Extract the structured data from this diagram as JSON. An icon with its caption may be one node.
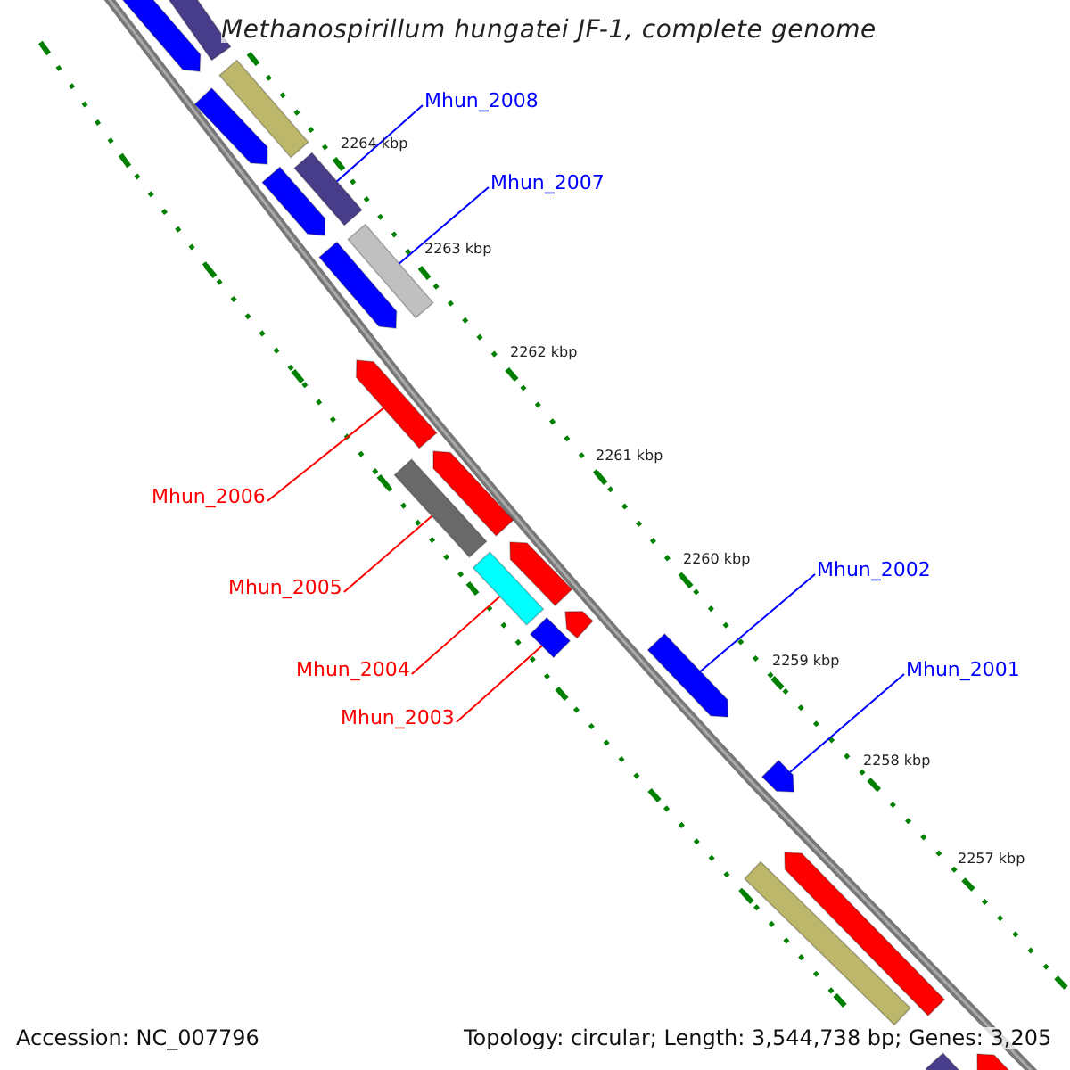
{
  "diagram": {
    "title": "Methanospirillum hungatei JF-1, complete genome",
    "nodes": [
      {
        "text": [
          "Mhun_2008"
        ]
      },
      {
        "text": [
          "Mhun_2007"
        ]
      },
      {
        "text": [
          "Mhun_2006"
        ]
      },
      {
        "text": [
          "Mhun_2005"
        ]
      },
      {
        "text": [
          "Mhun_2004"
        ]
      },
      {
        "text": [
          "Mhun_2003"
        ]
      },
      {
        "text": [
          "Mhun_2002"
        ]
      },
      {
        "text": [
          "Mhun_2001"
        ]
      },
      {
        "text": [],
        "shape": "arrow"
      },
      {
        "text": [],
        "shape": "bar"
      },
      {
        "text": [],
        "shape": "bar"
      },
      {
        "text": [],
        "shape": "arrow"
      },
      {
        "text": [],
        "shape": "bar"
      },
      {
        "text": [],
        "shape": "arrow"
      },
      {
        "text": [],
        "shape": "bar"
      },
      {
        "text": [],
        "shape": "arrow"
      },
      {
        "text": [],
        "shape": "arrow"
      },
      {
        "text": [],
        "shape": "arrow"
      },
      {
        "text": [],
        "shape": "bar"
      },
      {
        "text": [],
        "shape": "arrow"
      },
      {
        "text": [],
        "shape": "bar"
      },
      {
        "text": [],
        "shape": "arrow"
      },
      {
        "text": [],
        "shape": "bar"
      },
      {
        "text": [],
        "shape": "arrow"
      },
      {
        "text": [],
        "shape": "arrow"
      },
      {
        "text": [],
        "shape": "arrow"
      },
      {
        "text": [],
        "shape": "bar"
      },
      {
        "text": [],
        "shape": "arrow"
      },
      {
        "text": [],
        "shape": "bar"
      }
    ],
    "edges": [
      {
        "from": 0,
        "to": 12,
        "arrow": "none",
        "color": "#0000ff"
      },
      {
        "from": 1,
        "to": 14,
        "arrow": "none",
        "color": "#0000ff"
      },
      {
        "from": 2,
        "to": 16,
        "arrow": "none",
        "color": "#ff0000"
      },
      {
        "from": 3,
        "to": 18,
        "arrow": "none",
        "color": "#ff0000"
      },
      {
        "from": 4,
        "to": 20,
        "arrow": "none",
        "color": "#ff0000"
      },
      {
        "from": 5,
        "to": 22,
        "arrow": "none",
        "color": "#ff0000"
      },
      {
        "from": 6,
        "to": 23,
        "arrow": "none",
        "color": "#0000ff"
      },
      {
        "from": 7,
        "to": 24,
        "arrow": "none",
        "color": "#0000ff"
      }
    ],
    "labels": [
      "2264 kbp",
      "2263 kbp",
      "2262 kbp",
      "2261 kbp",
      "2260 kbp",
      "2259 kbp",
      "2258 kbp",
      "2257 kbp",
      "Accession: NC_007796",
      "Topology: circular; Length: 3,544,738 bp; Genes: 3,205"
    ]
  }
}
